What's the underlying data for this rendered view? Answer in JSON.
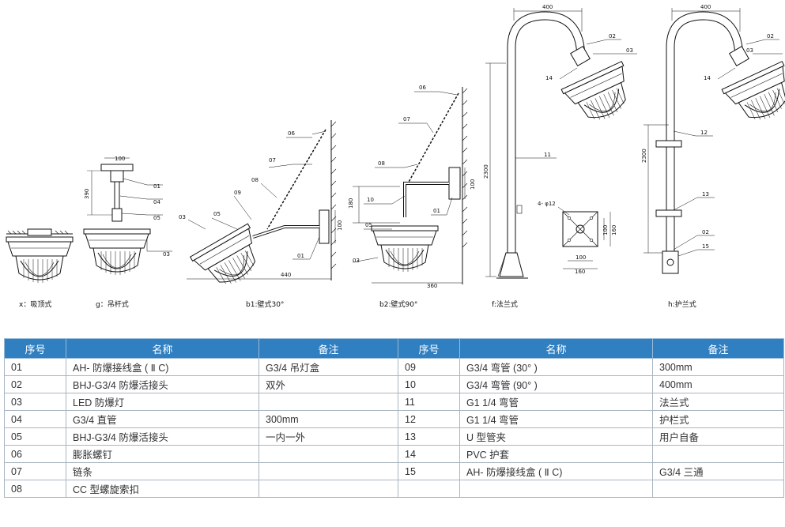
{
  "captions": {
    "x": "x：吸顶式",
    "g": "g：吊杆式",
    "b1": "b1:壁式30°",
    "b2": "b2:壁式90°",
    "f": "f:法兰式",
    "h": "h:护兰式"
  },
  "dims": {
    "g_top": "100",
    "g_height": "390",
    "b1_len": "440",
    "b1_plate": "100",
    "b2_len": "360",
    "b2_h": "180",
    "b2_plate": "100",
    "f_width": "400",
    "f_height": "2300",
    "f_holes": "4- φ12",
    "f_plate_w1": "100",
    "f_plate_w2": "160",
    "f_plate_h1": "100",
    "f_plate_h2": "160",
    "h_width": "400",
    "h_height": "2300"
  },
  "labels": {
    "g": [
      "01",
      "04",
      "05",
      "03"
    ],
    "b1": [
      "06",
      "07",
      "08",
      "09",
      "03",
      "05",
      "01"
    ],
    "b2": [
      "06",
      "07",
      "08",
      "10",
      "05",
      "03",
      "01"
    ],
    "f": [
      "02",
      "03",
      "14",
      "11"
    ],
    "h": [
      "02",
      "03",
      "14",
      "12",
      "13",
      "02",
      "15"
    ]
  },
  "table": {
    "headers": [
      "序号",
      "名称",
      "备注",
      "序号",
      "名称",
      "备注"
    ],
    "rows": [
      [
        "01",
        "AH- 防爆接线盒 ( Ⅱ C)",
        "G3/4 吊灯盒",
        "09",
        "G3/4 弯管 (30° )",
        "300mm"
      ],
      [
        "02",
        "BHJ-G3/4 防爆活接头",
        "双外",
        "10",
        "G3/4 弯管 (90° )",
        "400mm"
      ],
      [
        "03",
        "LED 防爆灯",
        "",
        "11",
        "G1 1/4 弯管",
        "法兰式"
      ],
      [
        "04",
        "G3/4 直管",
        "300mm",
        "12",
        "G1 1/4 弯管",
        "护栏式"
      ],
      [
        "05",
        "BHJ-G3/4 防爆活接头",
        "一内一外",
        "13",
        "U 型管夹",
        "用户自备"
      ],
      [
        "06",
        "膨胀螺钉",
        "",
        "14",
        "PVC 护套",
        ""
      ],
      [
        "07",
        "链条",
        "",
        "15",
        "AH- 防爆接线盒 ( Ⅱ C)",
        "G3/4 三通"
      ],
      [
        "08",
        "CC 型螺旋索扣",
        "",
        "",
        "",
        ""
      ]
    ]
  }
}
